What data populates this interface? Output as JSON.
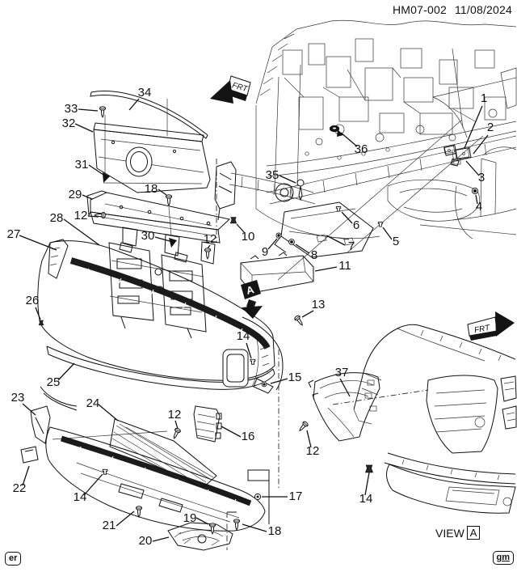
{
  "header": {
    "code": "HM07-002",
    "date": "11/08/2024"
  },
  "footer": {
    "left_code": "er",
    "right_code": "gm"
  },
  "view_reference": {
    "view_label": "VIEW",
    "ref": "A"
  },
  "view_marker": {
    "label": "A"
  },
  "direction_arrows": [
    {
      "label": "FRT"
    },
    {
      "label": "FRT"
    }
  ],
  "colors": {
    "line": "#111111",
    "background": "#ffffff"
  },
  "callouts": {
    "c1": "1",
    "c2": "2",
    "c3": "3",
    "c4": "4",
    "c5": "5",
    "c6": "6",
    "c7": "7",
    "c8": "8",
    "c9": "9",
    "c10": "10",
    "c11": "11",
    "c12a": "12",
    "c12b": "12",
    "c12c": "12",
    "c12d": "12",
    "c13": "13",
    "c14a": "14",
    "c14b": "14",
    "c14c": "14",
    "c15": "15",
    "c16": "16",
    "c17": "17",
    "c18a": "18",
    "c18b": "18",
    "c19": "19",
    "c20": "20",
    "c21": "21",
    "c22": "22",
    "c23": "23",
    "c24": "24",
    "c25": "25",
    "c26": "26",
    "c27": "27",
    "c28": "28",
    "c29": "29",
    "c30": "30",
    "c31": "31",
    "c32": "32",
    "c33": "33",
    "c34": "34",
    "c35": "35",
    "c36": "36",
    "c37": "37"
  }
}
